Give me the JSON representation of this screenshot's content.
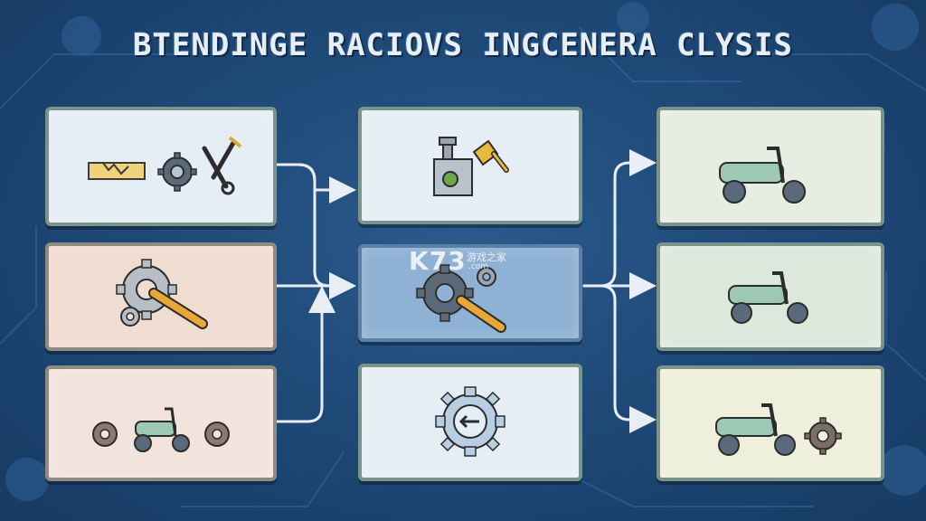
{
  "title": "BTENDINGE RACIOVS INGCENERA CLYSIS",
  "watermark": {
    "logo": "K73",
    "cn": "游戏之家",
    "domain": ".com"
  },
  "colors": {
    "background": "#1f4a78",
    "card_blue": "#e6eef5",
    "card_pink": "#f0ddd2",
    "card_center": "#8fb2d4",
    "card_green": "#dde8dc",
    "card_yellow": "#eef0dc",
    "arrow": "#e8eef4"
  },
  "nodes": [
    {
      "id": "left-top",
      "icons": [
        "plank-icon",
        "gear-icon",
        "wrench-icon"
      ]
    },
    {
      "id": "left-middle",
      "icons": [
        "gear-icon",
        "wrench-icon",
        "gear-icon"
      ]
    },
    {
      "id": "left-bottom",
      "icons": [
        "gear-icon",
        "scooter-icon",
        "gear-icon"
      ]
    },
    {
      "id": "center-top",
      "icons": [
        "machine-icon",
        "key-icon"
      ]
    },
    {
      "id": "center-middle",
      "icons": [
        "gear-icon",
        "wrench-icon"
      ]
    },
    {
      "id": "center-bottom",
      "icons": [
        "gear-arrow-icon"
      ]
    },
    {
      "id": "right-top",
      "icons": [
        "scooter-icon"
      ]
    },
    {
      "id": "right-middle",
      "icons": [
        "scooter-icon"
      ]
    },
    {
      "id": "right-bottom",
      "icons": [
        "scooter-icon",
        "gear-icon"
      ]
    }
  ]
}
